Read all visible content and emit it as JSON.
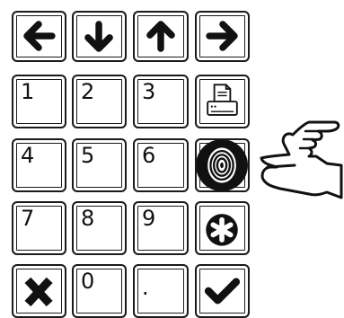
{
  "keypad": {
    "arrows": {
      "left": "left-arrow-icon",
      "down": "down-arrow-icon",
      "up": "up-arrow-icon",
      "right": "right-arrow-icon"
    },
    "digits": {
      "k1": "1",
      "k2": "2",
      "k3": "3",
      "k4": "4",
      "k5": "5",
      "k6": "6",
      "k7": "7",
      "k8": "8",
      "k9": "9",
      "k0": "0",
      "dot": "."
    },
    "icons": {
      "print": "printer-icon",
      "fingerprint": "fingerprint-icon",
      "star": "asterisk-icon",
      "cancel": "x-icon",
      "confirm": "checkmark-icon",
      "pointer": "pointing-hand-icon"
    }
  },
  "colors": {
    "ink": "#111111",
    "background": "#ffffff"
  }
}
